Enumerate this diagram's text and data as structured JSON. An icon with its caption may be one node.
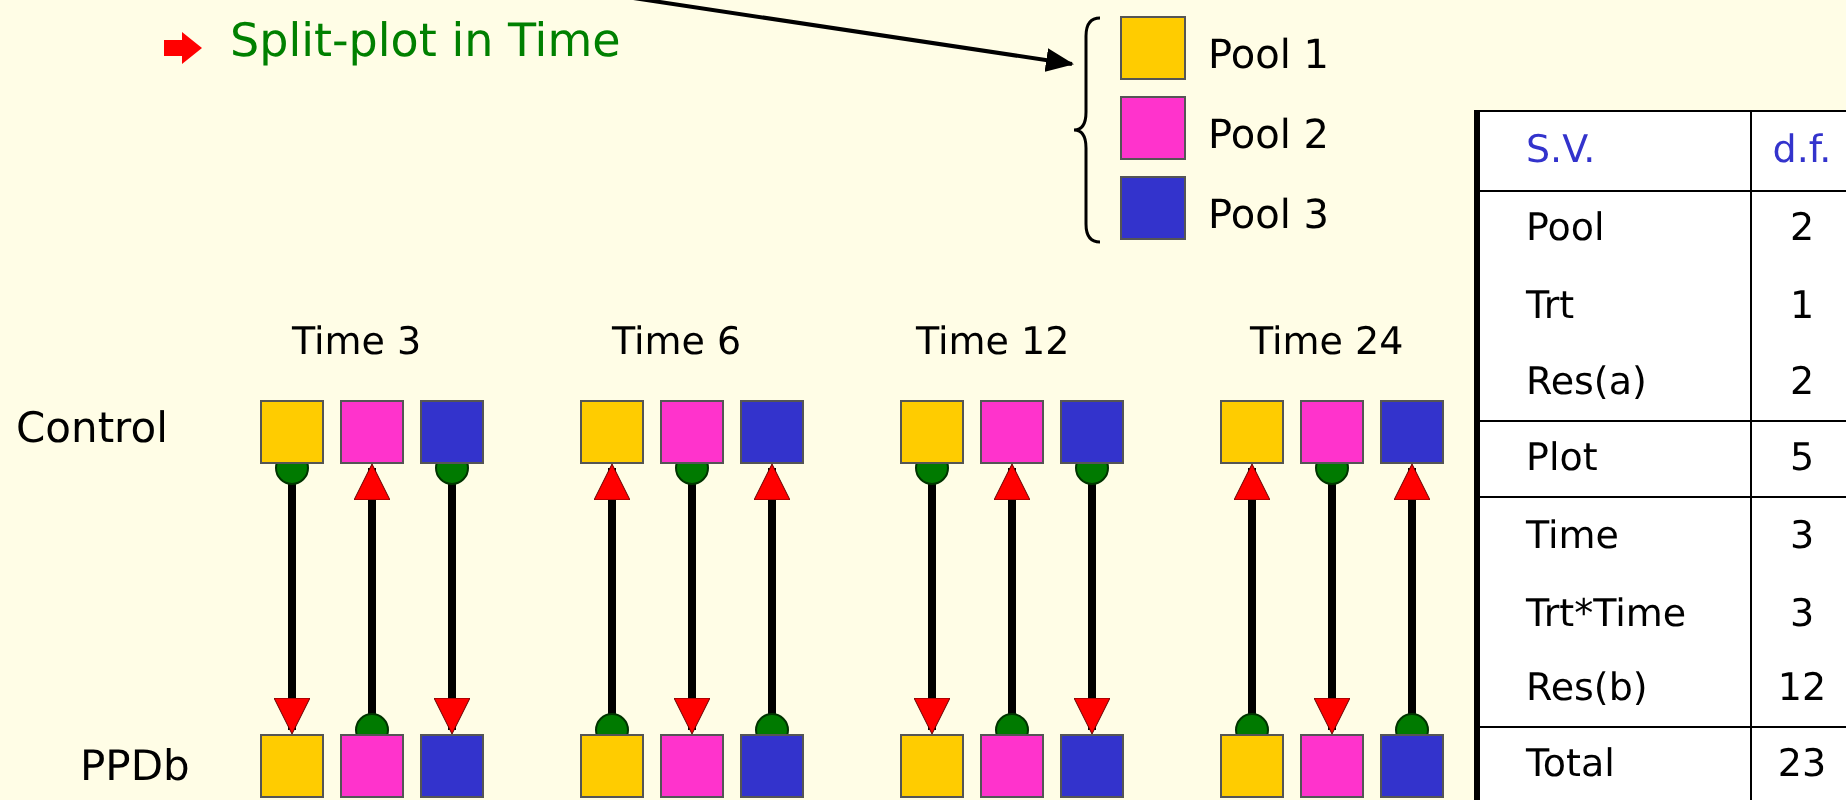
{
  "diagram": {
    "title": "Split-plot in Time",
    "nodes": [
      {
        "text": [],
        "shape": "bracket"
      },
      {
        "text": [],
        "shape": "box"
      },
      {
        "text": [],
        "shape": "box"
      },
      {
        "text": [],
        "shape": "box"
      },
      {
        "text": [],
        "shape": "box"
      },
      {
        "text": [],
        "shape": "box"
      },
      {
        "text": [],
        "shape": "box"
      },
      {
        "text": [],
        "shape": "box"
      },
      {
        "text": [],
        "shape": "box"
      },
      {
        "text": [],
        "shape": "box"
      },
      {
        "text": [],
        "shape": "box"
      },
      {
        "text": [],
        "shape": "box"
      },
      {
        "text": [],
        "shape": "box"
      },
      {
        "text": [],
        "shape": "box"
      },
      {
        "text": [],
        "shape": "box"
      },
      {
        "text": [],
        "shape": "box"
      },
      {
        "text": [],
        "shape": "box"
      },
      {
        "text": [],
        "shape": "box"
      },
      {
        "text": [],
        "shape": "box"
      },
      {
        "text": [],
        "shape": "box"
      },
      {
        "text": [],
        "shape": "box"
      },
      {
        "text": [],
        "shape": "box"
      },
      {
        "text": [],
        "shape": "box"
      },
      {
        "text": [],
        "shape": "box"
      },
      {
        "text": [],
        "shape": "box"
      }
    ],
    "edges": [
      {
        "from": null,
        "to": 0,
        "arrow": "to"
      },
      {
        "from": 1,
        "to": 13,
        "arrow": "to"
      },
      {
        "from": 14,
        "to": 2,
        "arrow": "to"
      },
      {
        "from": 3,
        "to": 15,
        "arrow": "to"
      },
      {
        "from": 16,
        "to": 4,
        "arrow": "to"
      },
      {
        "from": 5,
        "to": 17,
        "arrow": "to"
      },
      {
        "from": 18,
        "to": 6,
        "arrow": "to"
      },
      {
        "from": 7,
        "to": 19,
        "arrow": "to"
      },
      {
        "from": 20,
        "to": 8,
        "arrow": "to"
      },
      {
        "from": 9,
        "to": 21,
        "arrow": "to"
      },
      {
        "from": 22,
        "to": 10,
        "arrow": "to"
      },
      {
        "from": 11,
        "to": 23,
        "arrow": "to"
      },
      {
        "from": 24,
        "to": 12,
        "arrow": "to"
      }
    ],
    "labels": [
      "Time 3",
      "Time 6",
      "Time 12",
      "Time 24",
      "Control",
      "PPDb",
      "S.V.",
      "d.f.",
      "Pool",
      "2",
      "Trt",
      "1",
      "Res(a)",
      "2",
      "Plot",
      "5",
      "Time",
      "3",
      "Trt*Time",
      "3",
      "Res(b)",
      "12",
      "Total",
      "23"
    ],
    "legend": [
      {
        "text": "Pool 1",
        "color": "#ffcc00"
      },
      {
        "text": "Pool 2",
        "color": "#ff33cc"
      },
      {
        "text": "Pool 3",
        "color": "#3333cc"
      }
    ]
  }
}
